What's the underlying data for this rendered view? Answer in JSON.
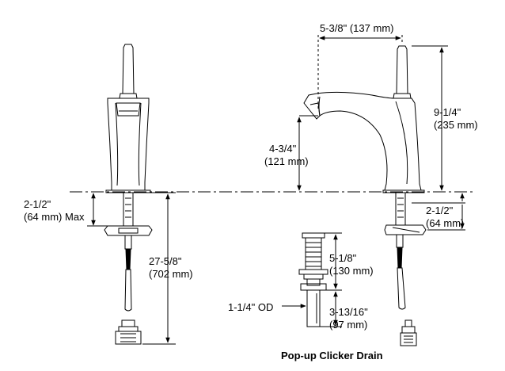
{
  "colors": {
    "line": "#000000",
    "background": "#ffffff"
  },
  "dimensions": {
    "spout_reach": "5-3/8\" (137 mm)",
    "overall_height_in": "9-1/4\"",
    "overall_height_mm": "(235 mm)",
    "spout_height_in": "4-3/4\"",
    "spout_height_mm": "(121 mm)",
    "deck_left_in": "2-1/2\"",
    "deck_left_mm": "(64 mm) Max",
    "deck_right_in": "2-1/2\"",
    "deck_right_mm": "(64 mm)",
    "supply_length_in": "27-5/8\"",
    "supply_length_mm": "(702 mm)",
    "drain_upper_in": "5-1/8\"",
    "drain_upper_mm": "(130 mm)",
    "drain_lower_in": "3-13/16\"",
    "drain_lower_mm": "(97 mm)",
    "drain_od": "1-1/4\" OD"
  },
  "caption": "Pop-up Clicker Drain"
}
